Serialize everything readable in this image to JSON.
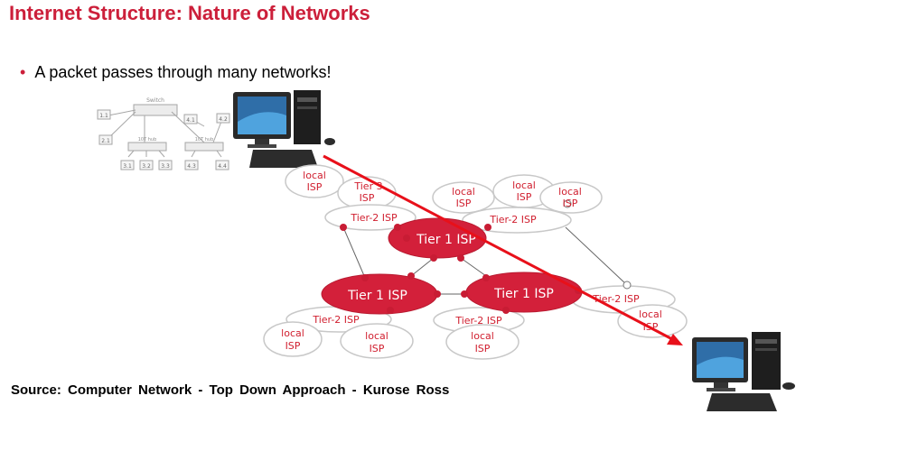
{
  "page": {
    "title": "Internet Structure: Nature of Networks",
    "bullet": "A packet passes through many networks!",
    "source": "Source: Computer Network - Top Down Approach - Kurose Ross"
  },
  "colors": {
    "accent": "#cc1f3a",
    "tier1_fill": "#d3203a",
    "arrow": "#e8101a",
    "ellipse_stroke": "#c8c8c8",
    "label_red": "#d01e2e"
  },
  "diagram": {
    "tier1": [
      "Tier 1 ISP",
      "Tier 1 ISP",
      "Tier 1 ISP"
    ],
    "tier2": [
      "Tier-2 ISP",
      "Tier-2 ISP",
      "Tier-2 ISP",
      "Tier-2 ISP",
      "Tier-2 ISP"
    ],
    "local_line1": "local",
    "local_line2": "ISP",
    "tier_top_line1": "Tier 3",
    "tier_top_line2": "ISP",
    "switch_label": "Switch",
    "hub_label": "10T hub",
    "hosts": [
      "1.1",
      "2.1",
      "4.1",
      "4.2",
      "3.1",
      "3.2",
      "3.3",
      "4.3",
      "4.4"
    ]
  }
}
